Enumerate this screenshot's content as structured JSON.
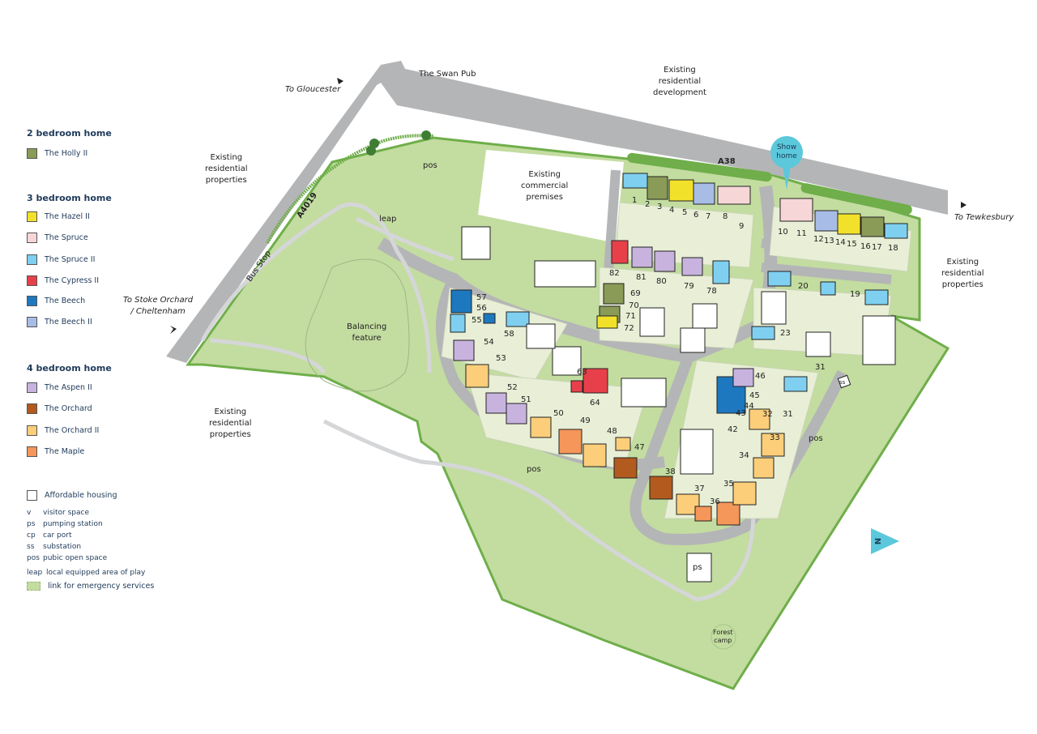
{
  "legend": {
    "groups": [
      {
        "heading": "2 bedroom home",
        "items": [
          {
            "label": "The Holly II",
            "color": "#8a9b57"
          }
        ]
      },
      {
        "heading": "3 bedroom home",
        "items": [
          {
            "label": "The Hazel II",
            "color": "#f2e12a"
          },
          {
            "label": "The Spruce",
            "color": "#f7d6d8"
          },
          {
            "label": "The Spruce II",
            "color": "#7fd0f0"
          },
          {
            "label": "The Cypress II",
            "color": "#e8404b"
          },
          {
            "label": "The Beech",
            "color": "#1e78bf"
          },
          {
            "label": "The Beech II",
            "color": "#a7bde6"
          }
        ]
      },
      {
        "heading": "4 bedroom home",
        "items": [
          {
            "label": "The Aspen II",
            "color": "#c8b3df"
          },
          {
            "label": "The Orchard",
            "color": "#b35a1f"
          },
          {
            "label": "The Orchard II",
            "color": "#fcce7a"
          },
          {
            "label": "The Maple",
            "color": "#f5965a"
          }
        ]
      }
    ],
    "affordable": {
      "label": "Affordable housing",
      "color": "#ffffff"
    },
    "abbreviations": [
      {
        "key": "v",
        "value": "visitor space"
      },
      {
        "key": "ps",
        "value": "pumping station"
      },
      {
        "key": "cp",
        "value": "car port"
      },
      {
        "key": "ss",
        "value": "substation"
      },
      {
        "key": "pos",
        "value": "pubic open space"
      },
      {
        "key": "leap",
        "value": "local equipped area of play"
      }
    ],
    "emergency_link": {
      "label": "link for emergency services",
      "color": "#c3dca0"
    }
  },
  "map": {
    "roads": {
      "a38": "A38",
      "a4019": "A4019"
    },
    "labels": {
      "swan_pub": "The Swan Pub",
      "to_gloucester": "To Gloucester",
      "to_tewkesbury": "To Tewkesbury",
      "to_stoke": "To Stoke Orchard\n/ Cheltenham",
      "bus_stop": "Bus Stop",
      "existing_res_dev": "Existing\nresidential\ndevelopment",
      "existing_res_nw": "Existing\nresidential\nproperties",
      "existing_res_sw": "Existing\nresidential\nproperties",
      "existing_res_e": "Existing\nresidential\nproperties",
      "existing_commercial": "Existing\ncommercial\npremises",
      "pos_north": "pos",
      "pos_south": "pos",
      "pos_east": "pos",
      "leap": "leap",
      "balancing": "Balancing\nfeature",
      "ps": "ps",
      "ss": "ss",
      "forest_camp": "Forest\ncamp",
      "show_home": "Show\nhome",
      "north": "N"
    },
    "colors": {
      "road": "#b4b5b7",
      "green": "#c3dca0",
      "hedge": "#6fae4a",
      "plot": "#e8efd6",
      "tree": "#3f7d35"
    }
  }
}
